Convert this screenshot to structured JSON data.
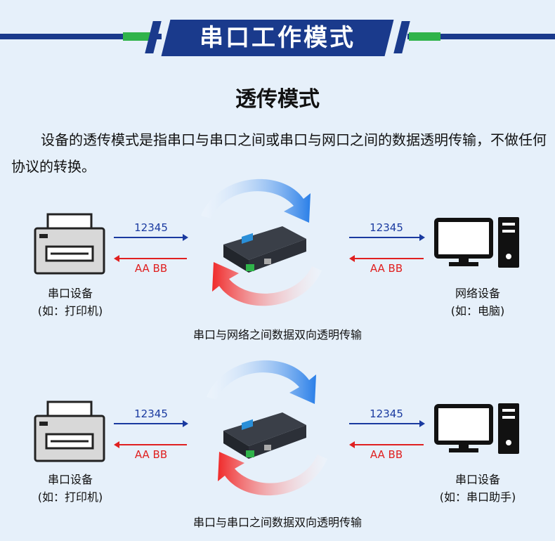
{
  "header": {
    "title": "串口工作模式"
  },
  "section": {
    "title": "透传模式",
    "description": "设备的透传模式是指串口与串口之间或串口与网口之间的数据透明传输，不做任何协议的转换。"
  },
  "diagrams": [
    {
      "left_device": {
        "name": "串口设备",
        "example": "(如：打印机)"
      },
      "right_device": {
        "name": "网络设备",
        "example": "(如：电脑)"
      },
      "left_send": "12345",
      "left_recv": "AA BB",
      "right_send": "12345",
      "right_recv": "AA BB",
      "caption": "串口与网络之间数据双向透明传输"
    },
    {
      "left_device": {
        "name": "串口设备",
        "example": "(如：打印机)"
      },
      "right_device": {
        "name": "串口设备",
        "example": "(如：串口助手)"
      },
      "left_send": "12345",
      "left_recv": "AA BB",
      "right_send": "12345",
      "right_recv": "AA BB",
      "caption": "串口与串口之间数据双向透明传输"
    }
  ],
  "colors": {
    "brand": "#1a3a8c",
    "accent": "#2fb34a",
    "send": "#1a3aa0",
    "recv": "#e02020"
  }
}
